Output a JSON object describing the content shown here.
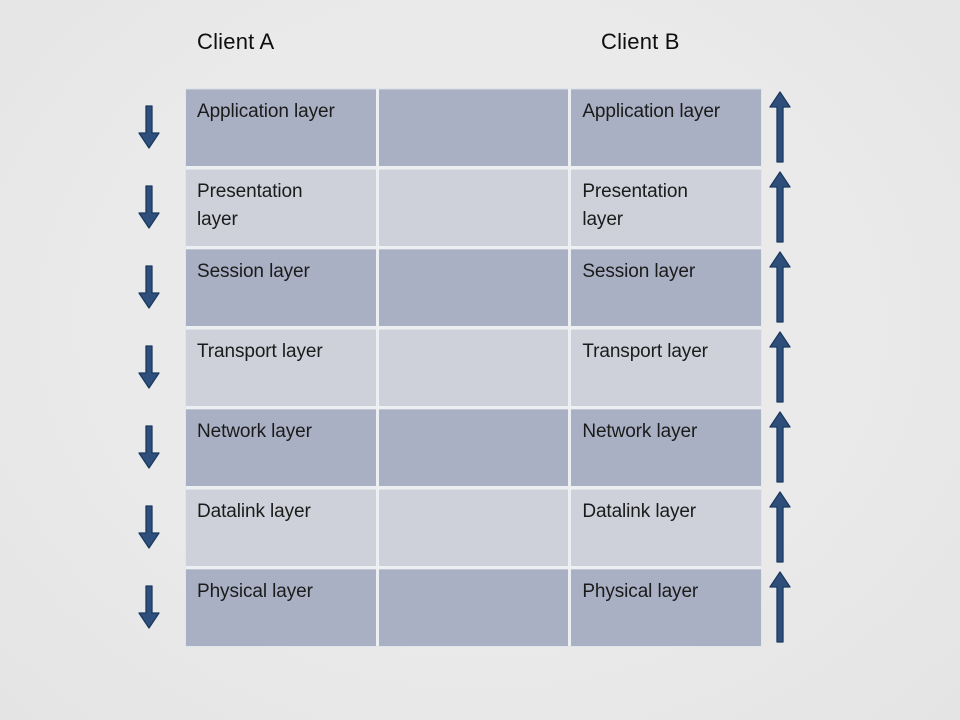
{
  "page": {
    "background_color": "#e8e8e8",
    "kind": "osi-model-diagram"
  },
  "headers": {
    "client_a": "Client A",
    "client_b": "Client B"
  },
  "table": {
    "columns": [
      "client-a-layers",
      "spacer",
      "client-b-layers"
    ],
    "rows": [
      {
        "left": "Application layer",
        "right": "Application layer",
        "shade": "dark"
      },
      {
        "left": "Presentation layer",
        "right": "Presentation layer",
        "shade": "light"
      },
      {
        "left": "Session layer",
        "right": "Session layer",
        "shade": "dark"
      },
      {
        "left": "Transport layer",
        "right": "Transport layer",
        "shade": "light"
      },
      {
        "left": "Network layer",
        "right": "Network layer",
        "shade": "dark"
      },
      {
        "left": "Datalink layer",
        "right": "Datalink layer",
        "shade": "light"
      },
      {
        "left": "Physical layer",
        "right": "Physical layer",
        "shade": "dark"
      }
    ],
    "row_color_dark": "#a9b0c3",
    "row_color_light": "#ced1d9",
    "border_color": "#edeff2",
    "text_color": "#1b1b1b"
  },
  "arrows": {
    "left_side_direction": "down",
    "right_side_direction": "up",
    "count_per_side": 7,
    "fill_color": "#2e4e7c",
    "outline_color": "#1c3a5e"
  }
}
